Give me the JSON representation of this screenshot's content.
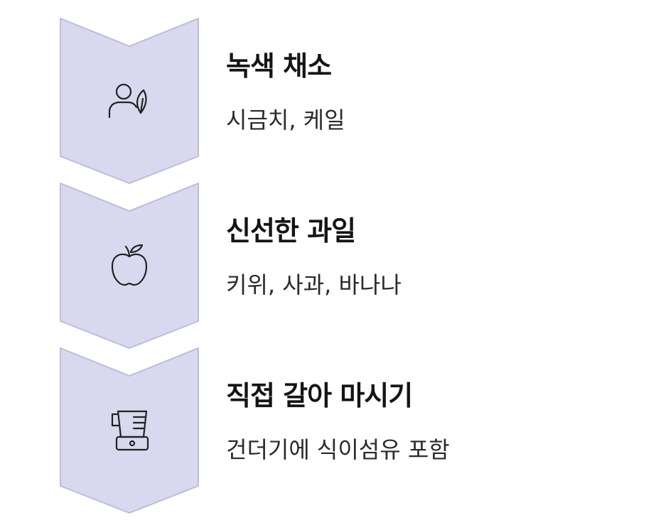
{
  "steps": [
    {
      "title": "녹색 채소",
      "description": "시금치, 케일",
      "icon": "person-leaf-icon"
    },
    {
      "title": "신선한 과일",
      "description": "키위, 사과, 바나나",
      "icon": "apple-icon"
    },
    {
      "title": "직접 갈아 마시기",
      "description": "건더기에 식이섬유 포함",
      "icon": "blender-icon"
    }
  ],
  "colors": {
    "chevron_fill": "#d8d8ee",
    "chevron_stroke": "#bdbdda",
    "icon_stroke": "#222222",
    "title": "#141414",
    "description": "#2a2a2a"
  }
}
